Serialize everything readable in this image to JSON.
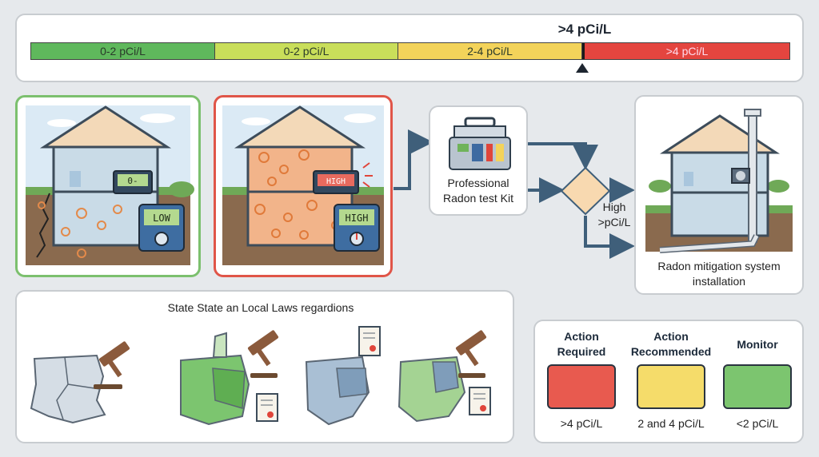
{
  "scale": {
    "marker_label": ">4 pCi/L",
    "segments": [
      {
        "label": "0-2 pCi/L",
        "color": "#5fb85c"
      },
      {
        "label": "0-2 pCi/L",
        "color": "#c9de5a"
      },
      {
        "label": "2-4 pCi/L",
        "color": "#f3d35a"
      },
      {
        "label": ">4 pCi/L",
        "color": "#e4453f"
      }
    ]
  },
  "house_low": {
    "monitor_text": "0-",
    "device_text": "LOW",
    "border_color": "#7cc06e"
  },
  "house_high": {
    "monitor_text": "HIGH",
    "device_text": "HIGH",
    "border_color": "#e05548"
  },
  "test_kit": {
    "label_line1": "Professional",
    "label_line2": "Radon test Kit"
  },
  "decision": {
    "label_line1": "High",
    "label_line2": ">pCi/L"
  },
  "mitigation": {
    "label_line1": "Radon mitigation system",
    "label_line2": "installation"
  },
  "laws": {
    "title": "State State an Local Laws regardions"
  },
  "actions": [
    {
      "title_line1": "Action",
      "title_line2": "Required",
      "range": ">4 pCi/L",
      "color": "#e85a4f"
    },
    {
      "title_line1": "Action",
      "title_line2": "Recommended",
      "range": "2 and 4 pCi/L",
      "color": "#f5dc6a"
    },
    {
      "title_line1": "Monitor",
      "title_line2": "",
      "range": "<2 pCi/L",
      "color": "#7cc56f"
    }
  ]
}
